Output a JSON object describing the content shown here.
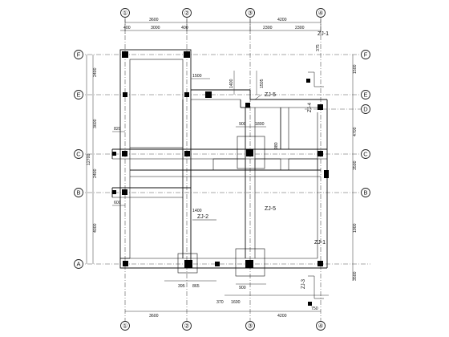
{
  "axes": {
    "columns": [
      "①",
      "②",
      "③",
      "④"
    ],
    "rows": [
      "F",
      "E",
      "D",
      "C",
      "B",
      "A"
    ],
    "extra_row_right": "D"
  },
  "dims": {
    "top_total": [
      "3600",
      "4200"
    ],
    "top_parts": [
      "400",
      "3000",
      "400",
      "2300",
      "2300"
    ],
    "bottom_total": [
      "3600",
      "4200"
    ],
    "bottom_parts": [
      "395",
      "865",
      "370",
      "1600",
      "750"
    ],
    "left_parts": [
      "2400",
      "3600",
      "2400",
      "4000"
    ],
    "left_total": "12700",
    "right_parts": [
      "1500",
      "4700",
      "3500",
      "1900",
      "3500"
    ]
  },
  "labels": {
    "zj1_top": "ZJ-1",
    "zj5_mid": "ZJ-5",
    "zj5_low": "ZJ-5",
    "zj2": "ZJ-2",
    "zj1_right": "ZJ-1",
    "zj4_right": "ZJ-4",
    "zj3_bottom": "ZJ-3",
    "dim_1500": "1500",
    "dim_1400_top": "1400",
    "dim_1505": "1505",
    "dim_820": "820",
    "dim_1400_mid": "1400",
    "dim_600": "600",
    "dim_900_a": "900",
    "dim_1800": "1800",
    "dim_900_b": "900",
    "dim_375": "375",
    "dim_980": "980"
  }
}
